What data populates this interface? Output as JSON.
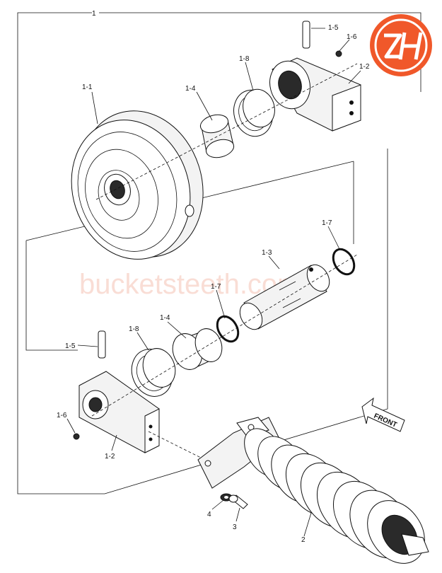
{
  "callouts": {
    "assembly": "1",
    "idler_wheel": "1-1",
    "bracket_top": "1-2",
    "bracket_bottom": "1-2",
    "shaft": "1-3",
    "bushing_top": "1-4",
    "bushing_bottom": "1-4",
    "pin_top": "1-5",
    "pin_bottom": "1-5",
    "plug_top": "1-6",
    "plug_bottom": "1-6",
    "oring_top": "1-7",
    "oring_mid": "1-7",
    "seal_top": "1-8",
    "seal_bottom": "1-8",
    "recoil_spring": "2",
    "bolt": "3",
    "washer": "4"
  },
  "front_label": "FRONT",
  "watermark": "bucketsteeth.com",
  "colors": {
    "logo": "#f0582a",
    "watermark": "#f5c2b3",
    "ink": "#111111"
  }
}
